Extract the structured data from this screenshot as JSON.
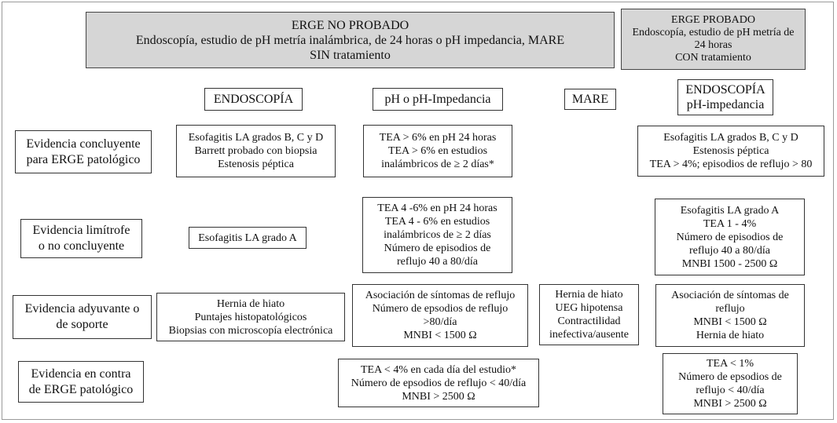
{
  "header_left": {
    "lines": [
      "ERGE NO PROBADO",
      "Endoscopía, estudio de pH metría inalámbrica, de 24 horas o pH impedancia, MARE",
      "SIN tratamiento"
    ]
  },
  "header_right": {
    "lines": [
      "ERGE PROBADO",
      "Endoscopía, estudio de pH metría de",
      "24 horas",
      "CON tratamiento"
    ]
  },
  "columns": {
    "endoscopia": [
      "ENDOSCOPÍA"
    ],
    "ph": [
      "pH o pH-Impedancia"
    ],
    "mare": [
      "MARE"
    ],
    "probado": [
      "ENDOSCOPÍA",
      "pH-impedancia"
    ]
  },
  "rows": [
    {
      "label": [
        "Evidencia concluyente",
        "para ERGE patológico"
      ],
      "endoscopia": [
        "Esofagitis LA  grados B, C y D",
        "Barrett probado con biopsia",
        "Estenosis péptica"
      ],
      "ph": [
        "TEA > 6% en pH 24 horas",
        "TEA > 6% en estudios",
        "inalámbricos de ≥ 2 días*"
      ],
      "mare": [],
      "probado": [
        "Esofagitis LA  grados B, C y D",
        "Estenosis péptica",
        "TEA > 4%; episodios de reflujo > 80"
      ]
    },
    {
      "label": [
        "Evidencia limítrofe",
        "o no concluyente"
      ],
      "endoscopia": [
        "Esofagitis LA  grado A"
      ],
      "ph": [
        "TEA 4 -6% en pH 24 horas",
        "TEA 4 - 6% en estudios",
        "inalámbricos de ≥ 2 días",
        "Número de episodios de",
        "reflujo 40 a 80/día"
      ],
      "mare": [],
      "probado": [
        "Esofagitis LA grado A",
        "TEA 1 - 4%",
        "Número de episodios de",
        "reflujo 40 a 80/día",
        "MNBI 1500 - 2500 Ω"
      ]
    },
    {
      "label": [
        "Evidencia adyuvante o",
        "de soporte"
      ],
      "endoscopia": [
        "Hernia de hiato",
        "Puntajes histopatológicos",
        "Biopsias con microscopía electrónica"
      ],
      "ph": [
        "Asociación de síntomas de reflujo",
        "Número de epsodios de reflujo",
        ">80/día",
        "MNBI < 1500 Ω"
      ],
      "mare": [
        "Hernia de hiato",
        "UEG hipotensa",
        "Contractilidad",
        "inefectiva/ausente"
      ],
      "probado": [
        "Asociación de síntomas de",
        "reflujo",
        "MNBI < 1500 Ω",
        "Hernia de hiato"
      ]
    },
    {
      "label": [
        "Evidencia en contra",
        "de ERGE patológico"
      ],
      "endoscopia": [],
      "ph": [
        "TEA < 4% en cada día del estudio*",
        "Número de epsodios de reflujo < 40/día",
        "MNBI > 2500 Ω"
      ],
      "mare": [],
      "probado": [
        "TEA < 1%",
        "Número de epsodios de",
        "reflujo < 40/día",
        "MNBI > 2500 Ω"
      ]
    }
  ]
}
